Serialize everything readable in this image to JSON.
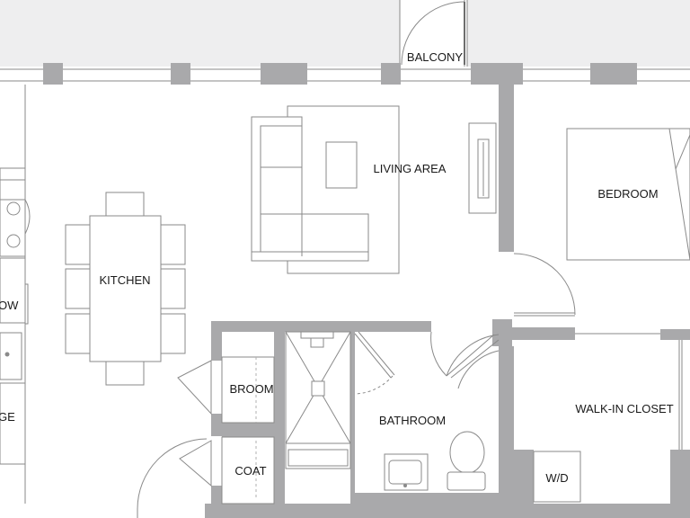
{
  "colors": {
    "wall": "#a9a9ab",
    "exterior": "#eeeeef",
    "line": "#8a8a8a",
    "label": "#1a1a1a"
  },
  "rooms": {
    "balcony": "BALCONY",
    "living_area": "LIVING AREA",
    "bedroom": "BEDROOM",
    "kitchen": "KITCHEN",
    "broom": "BROOM",
    "coat": "COAT",
    "bathroom": "BATHROOM",
    "walk_in_closet": "WALK-IN CLOSET",
    "washer_dryer": "W/D"
  },
  "cropped_labels": {
    "left_upper": "OW",
    "left_lower": "GE"
  }
}
